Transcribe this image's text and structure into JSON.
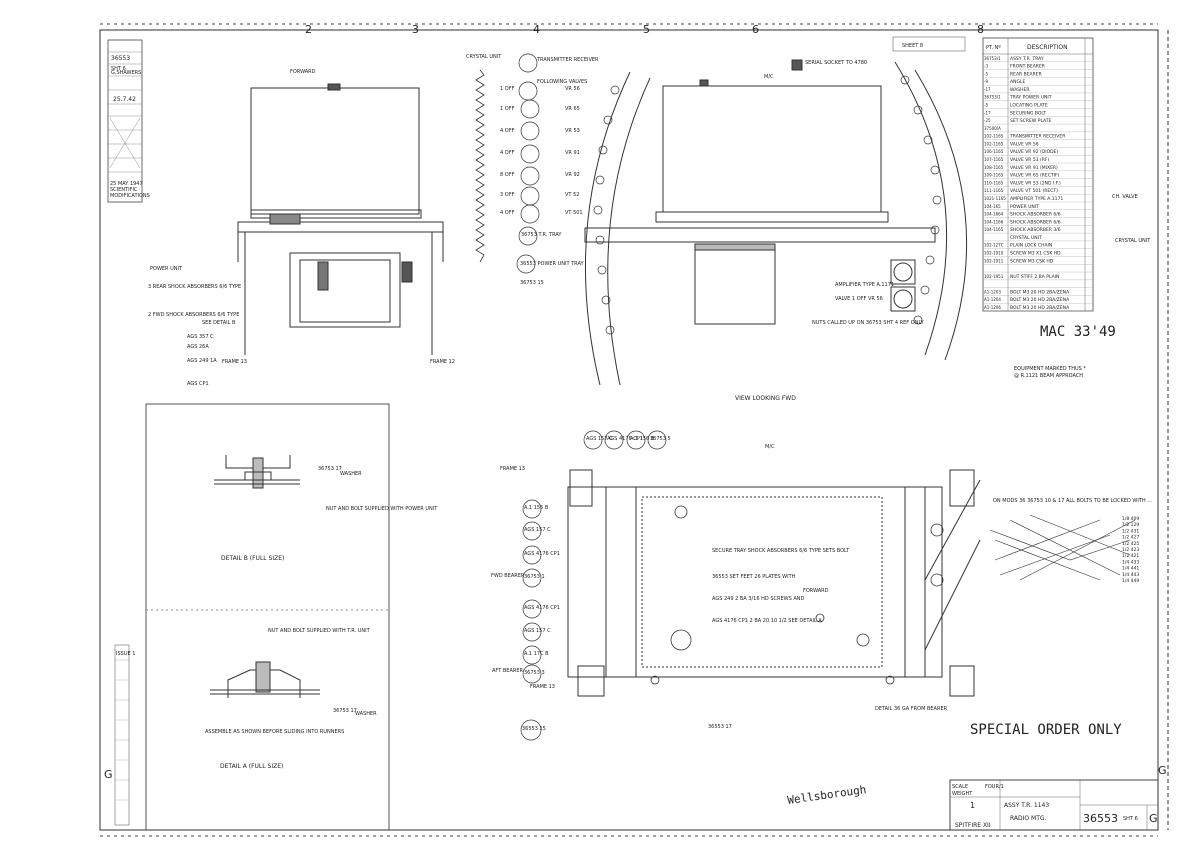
{
  "grid": {
    "columns_top": [
      "2",
      "3",
      "4",
      "5",
      "6",
      "8"
    ],
    "row_letter_left": "G",
    "row_letter_right": "G"
  },
  "left_strip": {
    "drawing_no": "36553",
    "sheet_label": "SHT 6",
    "ref_line": "G.SHAWERS",
    "date": "25.7.42",
    "amend_note": "25 MAY 1947",
    "note_line2": "SCIENTIFIC",
    "note_line3": "MODIFICATIONS"
  },
  "top_right": {
    "sheet_ref": "SHEET 8",
    "part_header": "PT. Nº",
    "desc_header": "DESCRIPTION",
    "parts": [
      {
        "no": "36753/1",
        "desc": "ASSY T.R. TRAY"
      },
      {
        "no": "-3",
        "desc": "FRONT BEARER"
      },
      {
        "no": "-5",
        "desc": "REAR BEARER"
      },
      {
        "no": "-9",
        "desc": "ANGLE"
      },
      {
        "no": "-17",
        "desc": "WASHER"
      },
      {
        "no": "36753/1",
        "desc": "TRAY POWER UNIT"
      },
      {
        "no": "-5",
        "desc": "LOCATING PLATE"
      },
      {
        "no": "-17",
        "desc": "SECURING BOLT"
      },
      {
        "no": "-25",
        "desc": "SET SCREW PLATE"
      },
      {
        "no": "37500/A",
        "desc": ""
      },
      {
        "no": "102-1165",
        "desc": "TRANSMITTER RECEIVER"
      },
      {
        "no": "102-1165",
        "desc": "VALVE VR 56"
      },
      {
        "no": "106-1165",
        "desc": "VALVE VR 92 (DIODE)"
      },
      {
        "no": "107-1165",
        "desc": "VALVE VR 53 (RF)"
      },
      {
        "no": "108-1165",
        "desc": "VALVE VR 91 (MIXER)"
      },
      {
        "no": "109-1165",
        "desc": "VALVE VR 65 (RECTIF)"
      },
      {
        "no": "110-1165",
        "desc": "VALVE VR 53 (2ND I.F.)"
      },
      {
        "no": "111-1165",
        "desc": "VALVE VT 501 (RECT)"
      },
      {
        "no": "1021-1165",
        "desc": "AMPLIFIER TYPE A.1171"
      },
      {
        "no": "104-165",
        "desc": "POWER UNIT"
      },
      {
        "no": "104-1664",
        "desc": "SHOCK ABSORBER 6/6"
      },
      {
        "no": "104-1166",
        "desc": "SHOCK ABSORBER 6/6"
      },
      {
        "no": "104-1165",
        "desc": "SHOCK ABSORBER 3/6"
      },
      {
        "no": "",
        "desc": "CRYSTAL UNIT"
      },
      {
        "no": "102-127C",
        "desc": "PLAIN LOCK CHAIN"
      },
      {
        "no": "102-1910",
        "desc": "SCREW M3 X1 CSK HD"
      },
      {
        "no": "102-1911",
        "desc": "SCREW M3 CSK HD"
      },
      {
        "no": "",
        "desc": ""
      },
      {
        "no": "102-1951",
        "desc": "NUT STIFF 2 BA PLAIN"
      },
      {
        "no": "",
        "desc": ""
      },
      {
        "no": "A1-1203",
        "desc": "BOLT M3 20 HD 2BA/ZENA"
      },
      {
        "no": "A1-1204",
        "desc": "BOLT M3 20 HD 2BA/ZENA"
      },
      {
        "no": "A1-1206",
        "desc": "BOLT M3 20 HD 2BA/ZENA"
      }
    ],
    "far_right_notes": [
      "CRYSTAL UNIT",
      "CH. VALVE"
    ]
  },
  "stamp_note": "MAC 33'49",
  "equipment_note_1": "EQUIPMENT MARKED THUS *",
  "equipment_note_2": "@ R.1121 BEAM APPROACH",
  "top_view": {
    "forward_label": "FORWARD",
    "frame13": "FRAME 13",
    "frame12": "FRAME 12",
    "crystal_label": "CRYSTAL UNIT",
    "callouts": [
      "POWER UNIT",
      "3 REAR SHOCK ABSORBERS 6/6 TYPE",
      "2 FWD SHOCK ABSORBERS 6/6 TYPE",
      "SEE DETAIL B",
      "AGS 26A",
      "AGS 249 1A",
      "AGS 357 C",
      "AGS CP1"
    ]
  },
  "valves": {
    "header1": "TRANSMITTER RECEIVER",
    "header2": "FOLLOWING VALVES",
    "rows": [
      {
        "qty": "1 OFF",
        "valve": "VR 56"
      },
      {
        "qty": "1 OFF",
        "valve": "VR 65"
      },
      {
        "qty": "4 OFF",
        "valve": "VR 53"
      },
      {
        "qty": "4 OFF",
        "valve": "VR 91"
      },
      {
        "qty": "8 OFF",
        "valve": "VR 92"
      },
      {
        "qty": "3 OFF",
        "valve": "VT 52"
      },
      {
        "qty": "4 OFF",
        "valve": "VT 501"
      }
    ],
    "tr_tray": "36753 T.R. TRAY",
    "power_unit_tray": "36553 POWER UNIT TRAY",
    "detail_note": "36753 15"
  },
  "fwd_view": {
    "serial_note": "SERIAL SOCKET TO 4780",
    "mc": "M/C",
    "title": "VIEW LOOKING FWD",
    "amp_notes": [
      "AMPLIFIER TYPE A.1171",
      "VALVE 1 OFF VR 56",
      "NUTS CALLED UP ON 36753 SHT 4 REF ONLY"
    ]
  },
  "plan_view": {
    "frame13": "FRAME 13",
    "frame13b": "FRAME 13",
    "fwd_bearer": "FWD BEARER",
    "aft_bearer": "AFT BEARER",
    "forward": "FORWARD",
    "mc": "M/C",
    "callouts_top": [
      "AGS 157 C",
      "AGS 4176 CP1",
      "A.1 156 B",
      "36753 5"
    ],
    "callouts_left": [
      "A.1 156 B",
      "AGS 157 C",
      "AGS 4176 CP1",
      "36753 1",
      "AGS 4176 CP1",
      "AGS 157 C",
      "A.1 17C B",
      "36753 3",
      "36553 15"
    ],
    "notes": [
      "SECURE TRAY SHOCK ABSORBERS 6/6 TYPE SETS BOLT",
      "36553 SET FEET 26 PLATES WITH",
      "AGS 249 2 BA 3/16 HD SCREWS AND",
      "AGS 4176 CP1 2 BA 20.10 1/2 SEE DETAIL A"
    ],
    "bottom_notes": [
      "36553 17",
      "DETAIL 36 GA FROM BEARER"
    ],
    "hatch_note": "ON MODS 36 36753 10 & 17 ALL BOLTS TO BE LOCKED WITH ...",
    "hatch_rows": [
      "1/8 409",
      "1/2 129",
      "1/2 431",
      "1/2 427",
      "1/2 425",
      "1/2 423",
      "1/2 421",
      "1/4 433",
      "1/4 441",
      "1/4 443",
      "1/4 449"
    ]
  },
  "details": {
    "detail_b_title": "DETAIL B (FULL SIZE)",
    "detail_b_part": "36753 17",
    "detail_b_washer": "WASHER",
    "detail_b_note": "NUT AND BOLT SUPPLIED WITH POWER UNIT",
    "detail_a_title": "DETAIL A (FULL SIZE)",
    "detail_a_note": "NUT AND BOLT SUPPLIED WITH T.R. UNIT",
    "detail_a_part": "36753 17",
    "detail_a_washer": "WASHER",
    "detail_a_assy": "ASSEMBLE AS SHOWN BEFORE SLIDING INTO RUNNERS"
  },
  "special_order": "SPECIAL ORDER ONLY",
  "title_block": {
    "scale_label": "SCALE",
    "scale_value": "FOUR/1",
    "wt_label": "WEIGHT",
    "qty": "1",
    "assy_title": "ASSY T.R. 1143",
    "radio_title": "RADIO MTG.",
    "drawing_no": "36553",
    "sheet": "SHT 6",
    "rev": "G",
    "aircraft": "SPITFIRE XII",
    "signature": "Wellsborough"
  },
  "left_margin_small": "ISSUE 1"
}
